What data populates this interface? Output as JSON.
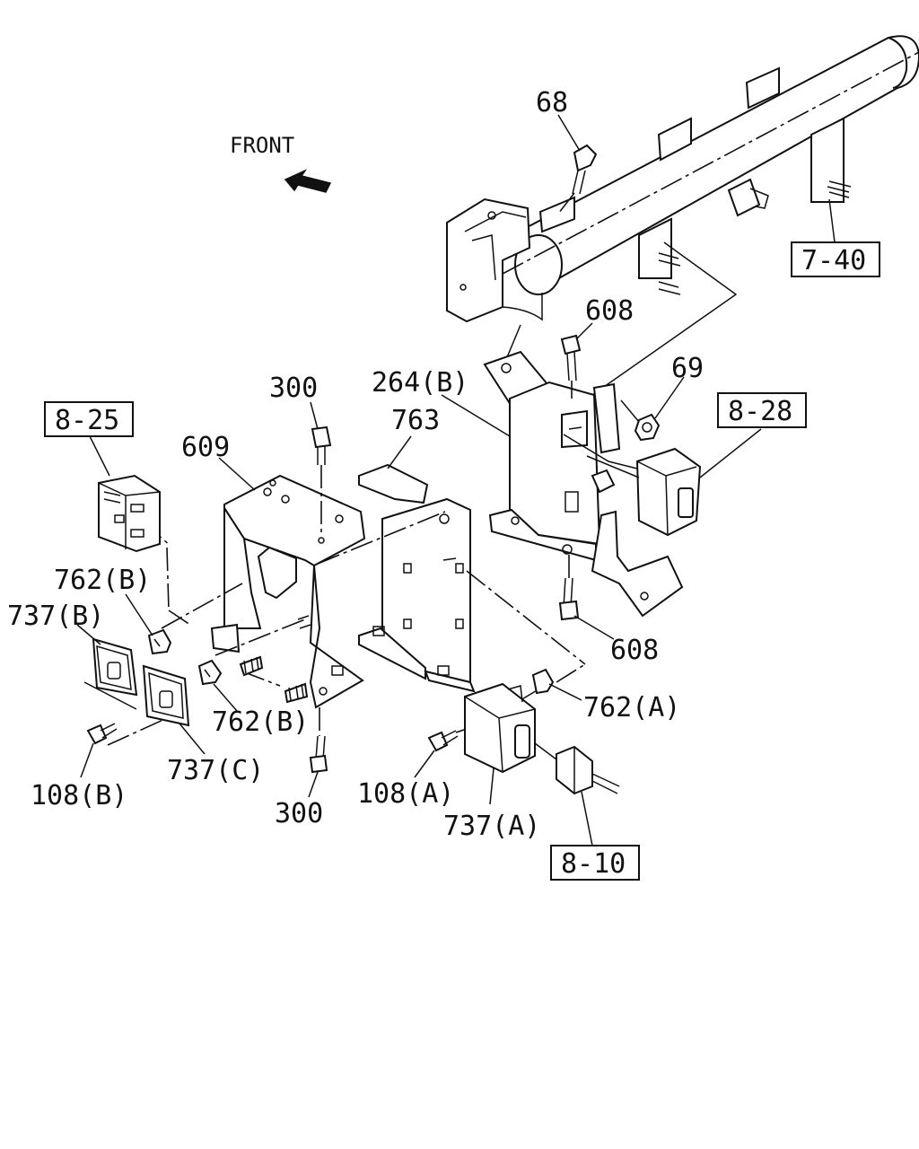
{
  "direction": {
    "label": "FRONT"
  },
  "references": {
    "ref_7_40": "7-40",
    "ref_8_25": "8-25",
    "ref_8_28": "8-28",
    "ref_8_10": "8-10"
  },
  "callouts": {
    "c68": "68",
    "c608_top": "608",
    "c69": "69",
    "c264b": "264(B)",
    "c300_top": "300",
    "c763": "763",
    "c609": "609",
    "c608_bot": "608",
    "c762a": "762(A)",
    "c762b_left": "762(B)",
    "c737b": "737(B)",
    "c762b_mid": "762(B)",
    "c108b": "108(B)",
    "c737c": "737(C)",
    "c300_bot": "300",
    "c108a": "108(A)",
    "c737a": "737(A)"
  }
}
